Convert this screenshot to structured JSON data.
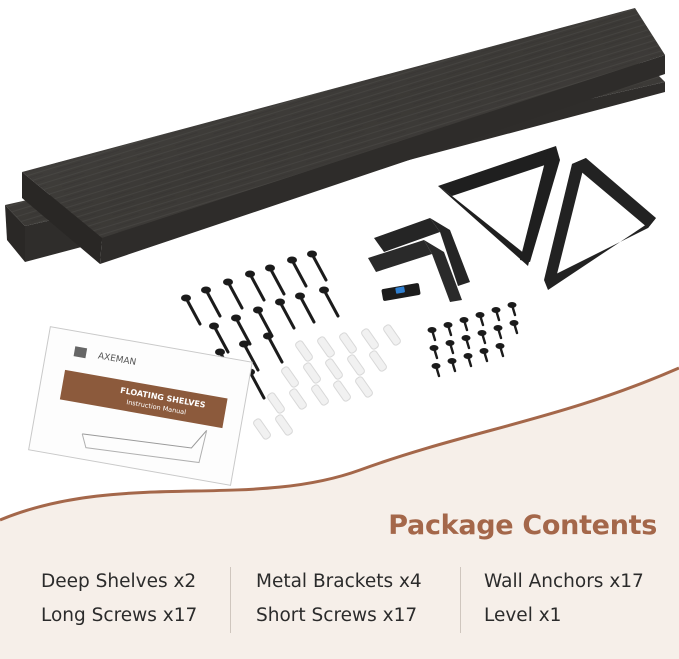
{
  "heading": "Package Contents",
  "manual": {
    "brand": "AXEMAN",
    "title": "FLOATING SHELVES",
    "subtitle": "Instruction Manual"
  },
  "contents": {
    "col1": [
      "Deep Shelves x2",
      "Long Screws x17"
    ],
    "col2": [
      "Metal Brackets x4",
      "Short Screws x17"
    ],
    "col3": [
      "Wall Anchors x17",
      "Level x1"
    ]
  },
  "colors": {
    "accent": "#a4674a",
    "wave": "#f6efe9",
    "wave_edge": "#a4674a",
    "shelf": "#3f3d3a",
    "metal": "#1f1f1f"
  }
}
